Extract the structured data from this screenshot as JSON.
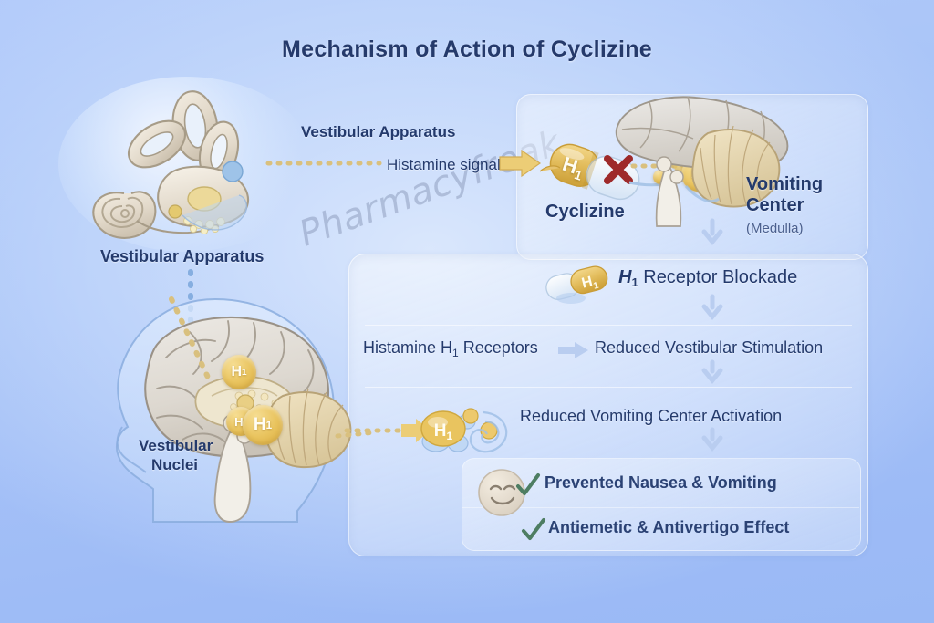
{
  "title": "Mechanism of Action of Cyclizine",
  "watermark": "Pharmacyfreak",
  "colors": {
    "background_top": "#b3cbfa",
    "background_bottom": "#9ab9f5",
    "title_text": "#253a6b",
    "body_text": "#243a6c",
    "drug_gold": "#e9c45f",
    "block_x_red": "#9e2a2a",
    "check_green": "#4d7d62",
    "arrow_blue": "#b9cdf0",
    "tissue_cream": "#ded4c4"
  },
  "left_column": {
    "ear_label_under": "Vestibular Apparatus",
    "ear_label_side": "Vestibular Apparatus",
    "signal_label": "Histamine signal",
    "brain_label_line1": "Vestibular",
    "brain_label_line2": "Nuclei",
    "ear_icon": "inner-ear-icon",
    "head_icon": "head-brain-profile-icon",
    "h1_markers": [
      "H1",
      "H1",
      "H1"
    ]
  },
  "top_panel": {
    "drug_name": "Cyclizine",
    "drug_capsule_label": "H1",
    "block_marker": "X",
    "target_line1": "Vomiting",
    "target_line2": "Center",
    "target_sub": "(Medulla)",
    "brain_icon": "brainstem-cerebellum-icon",
    "receptor_labels": [
      "H1",
      "H1"
    ]
  },
  "cascade": {
    "step1": {
      "capsule_label": "H1",
      "text_italic": "H",
      "text_sub": "1",
      "text_rest": " Receptor Blockade",
      "full": "H1 Receptor Blockade"
    },
    "step2": {
      "left": "Histamine H1 Receptors",
      "left_parts": {
        "a": "Histamine H",
        "sub": "1",
        "b": " Receptors"
      },
      "arrow": "right-arrow-icon",
      "right": "Reduced Vestibular Stimulation"
    },
    "step3": {
      "molecule_label": "H1",
      "text": "Reduced Vomiting Center Activation"
    },
    "arrows": [
      "chevron-down-icon",
      "chevron-down-icon",
      "chevron-down-icon",
      "chevron-down-icon"
    ]
  },
  "outcomes": {
    "face_icon": "smiling-face-icon",
    "items": [
      {
        "check": "check-icon",
        "label": "Prevented Nausea & Vomiting"
      },
      {
        "check": "check-icon",
        "label": "Antiemetic & Antivertigo Effect"
      }
    ]
  }
}
